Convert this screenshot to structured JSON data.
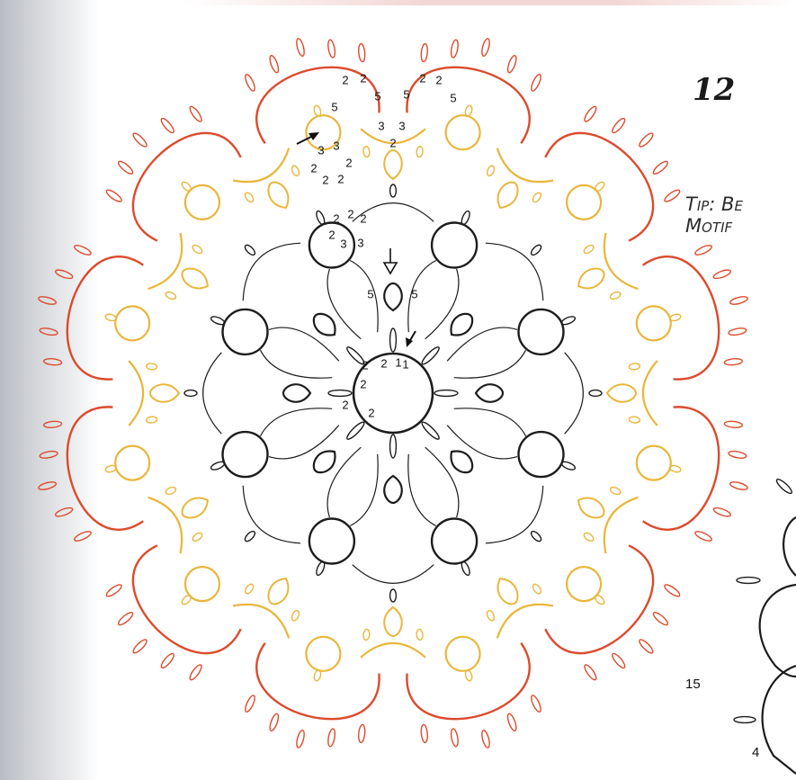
{
  "page": {
    "number": "12",
    "tip_text": "Tip: Be\nMotif"
  },
  "colors": {
    "outer_round": "#dd4a2c",
    "middle_round": "#eab63a",
    "inner_round": "#1c1c1c"
  },
  "diagram": {
    "icons": [
      "arrow-icon",
      "open-arrow-icon"
    ],
    "labels": {
      "top_left_chain": [
        "2",
        "2",
        "5",
        "5"
      ],
      "top_right_chain": [
        "5",
        "2",
        "2",
        "5"
      ],
      "top_small_ring": [
        "3",
        "3",
        "2"
      ],
      "left_small_ring": [
        "3",
        "3",
        "2",
        "2",
        "2",
        "2"
      ],
      "inner_ring": [
        "2",
        "2",
        "2",
        "2",
        "3",
        "3"
      ],
      "center_chain": [
        "5",
        "5"
      ],
      "center_ring": [
        "2",
        "1",
        "1",
        "2",
        "2",
        "2",
        "2"
      ]
    }
  },
  "side_diagram": {
    "labels": [
      "15",
      "4"
    ]
  }
}
